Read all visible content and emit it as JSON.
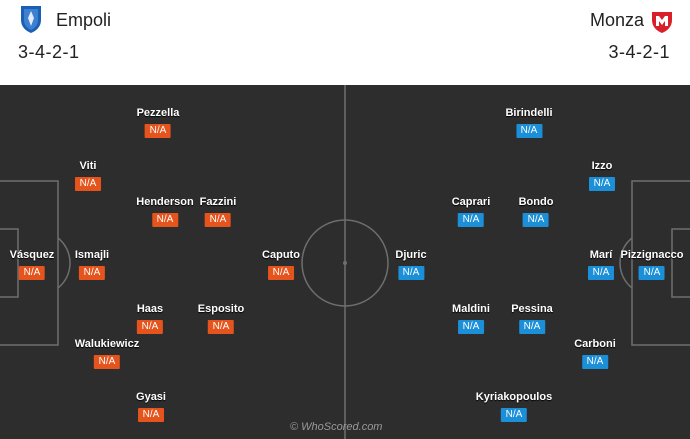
{
  "home": {
    "name": "Empoli",
    "formation": "3-4-2-1",
    "color": "#e5541c",
    "crest_color": "#1a5fb4",
    "players": [
      {
        "name": "Pezzella",
        "rating": "N/A"
      },
      {
        "name": "Viti",
        "rating": "N/A"
      },
      {
        "name": "Henderson",
        "rating": "N/A"
      },
      {
        "name": "Fazzini",
        "rating": "N/A"
      },
      {
        "name": "Vásquez",
        "rating": "N/A"
      },
      {
        "name": "Ismajli",
        "rating": "N/A"
      },
      {
        "name": "Caputo",
        "rating": "N/A"
      },
      {
        "name": "Haas",
        "rating": "N/A"
      },
      {
        "name": "Esposito",
        "rating": "N/A"
      },
      {
        "name": "Walukiewicz",
        "rating": "N/A"
      },
      {
        "name": "Gyasi",
        "rating": "N/A"
      }
    ]
  },
  "away": {
    "name": "Monza",
    "formation": "3-4-2-1",
    "color": "#1b8fd8",
    "crest_color": "#d81f2a",
    "players": [
      {
        "name": "Birindelli",
        "rating": "N/A"
      },
      {
        "name": "Izzo",
        "rating": "N/A"
      },
      {
        "name": "Caprari",
        "rating": "N/A"
      },
      {
        "name": "Bondo",
        "rating": "N/A"
      },
      {
        "name": "Djuric",
        "rating": "N/A"
      },
      {
        "name": "Marí",
        "rating": "N/A"
      },
      {
        "name": "Pizzignacco",
        "rating": "N/A"
      },
      {
        "name": "Maldini",
        "rating": "N/A"
      },
      {
        "name": "Pessina",
        "rating": "N/A"
      },
      {
        "name": "Carboni",
        "rating": "N/A"
      },
      {
        "name": "Kyriakopoulos",
        "rating": "N/A"
      }
    ]
  },
  "watermark": "© WhoScored.com",
  "pitch": {
    "background": "#2d2d2d",
    "line_color": "#6e6e6e"
  }
}
